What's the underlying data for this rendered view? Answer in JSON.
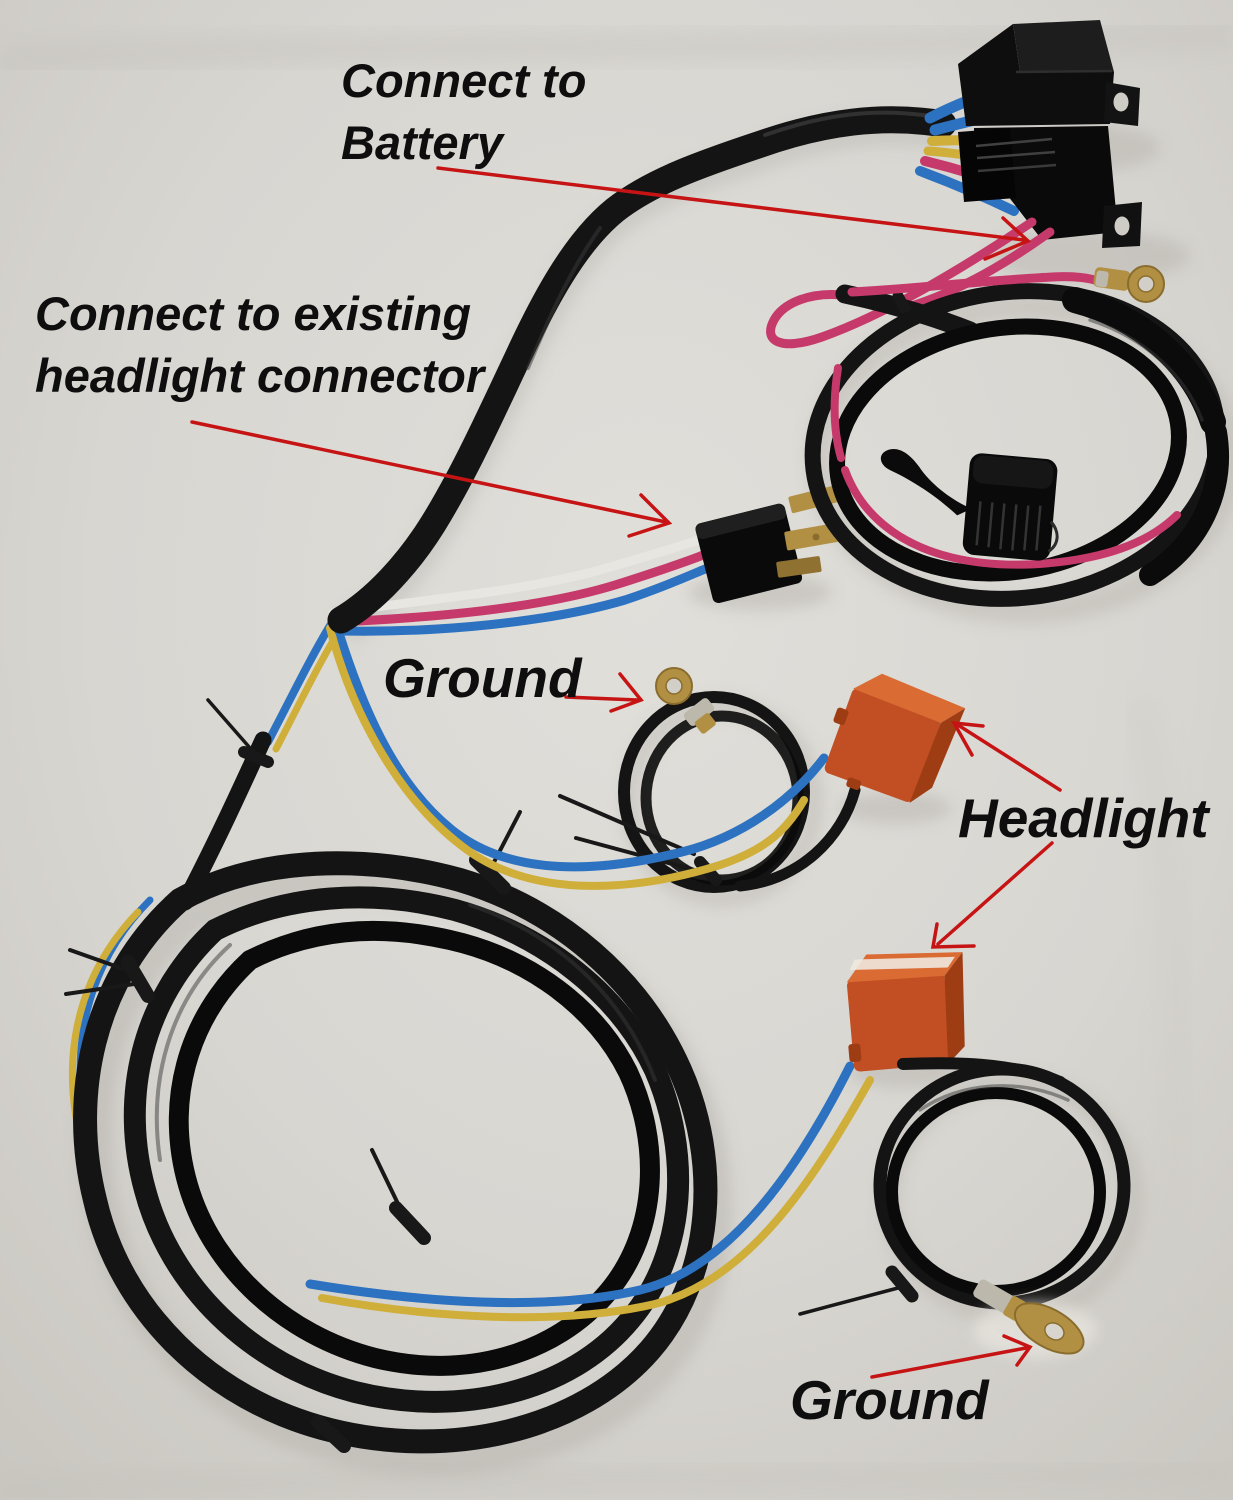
{
  "labels": {
    "connect_battery": "Connect to\nBattery",
    "connect_headlight": "Connect to existing\nheadlight connector",
    "ground_mid": "Ground",
    "headlight": "Headlight",
    "ground_bottom": "Ground"
  },
  "palette": {
    "bg": "#d9d7d2",
    "text_color": "#0e0e0e",
    "arrow_red": "#c61414",
    "black_wire": "#141414",
    "black_deep": "#0a0a0a",
    "wire_blue": "#2d72c0",
    "wire_yellow": "#cfae3a",
    "wire_pink": "#c63a6b",
    "wire_white": "#e8e6e1",
    "orange_connector": "#c24f23",
    "orange_light": "#d96b33",
    "orange_dark": "#9e3d14",
    "brass": "#b29043",
    "brass_dark": "#8a6d2e",
    "silver": "#bdb8ac",
    "shadow": "#b7b4ae"
  }
}
